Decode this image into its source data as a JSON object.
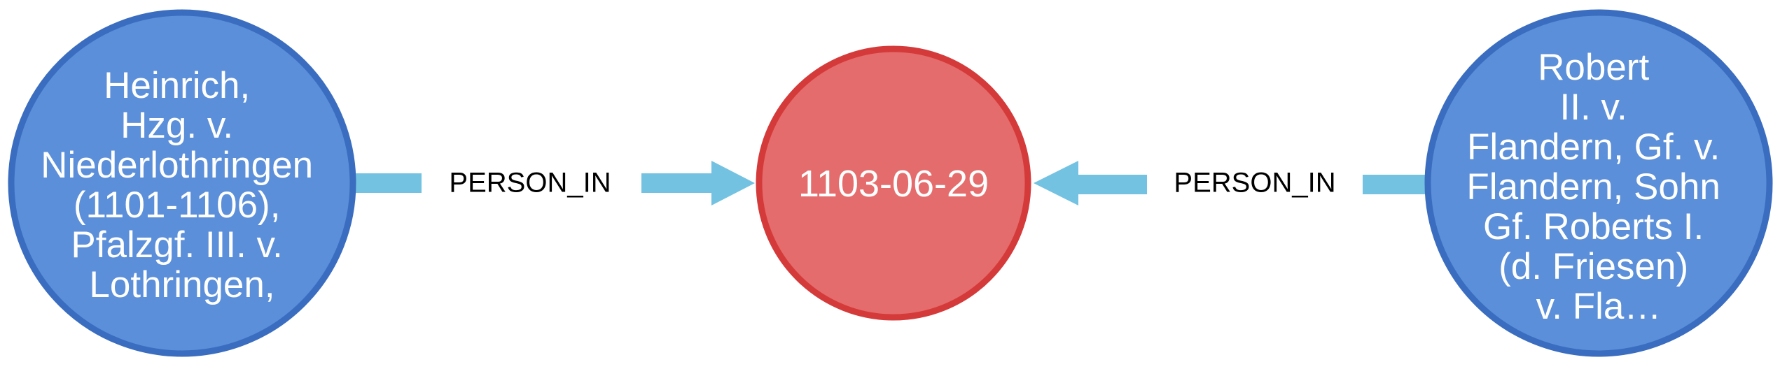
{
  "nodes": {
    "left": {
      "lines": [
        "Heinrich,",
        "Hzg. v.",
        "Niederlothringen",
        "(1101-1106),",
        "Pfalzgf. III. v.",
        "Lothringen,"
      ]
    },
    "center": {
      "lines": [
        "1103-06-29"
      ]
    },
    "right": {
      "lines": [
        "Robert",
        "II. v.",
        "Flandern, Gf. v.",
        "Flandern, Sohn",
        "Gf. Roberts I.",
        "(d. Friesen)",
        "v. Fla…"
      ]
    }
  },
  "edges": {
    "left_label": "PERSON_IN",
    "right_label": "PERSON_IN"
  },
  "colors": {
    "person_fill": "#5B8FD9",
    "person_stroke": "#3A6DBF",
    "date_fill": "#E56C6C",
    "date_stroke": "#D53A3A",
    "edge": "#74C2E1"
  }
}
